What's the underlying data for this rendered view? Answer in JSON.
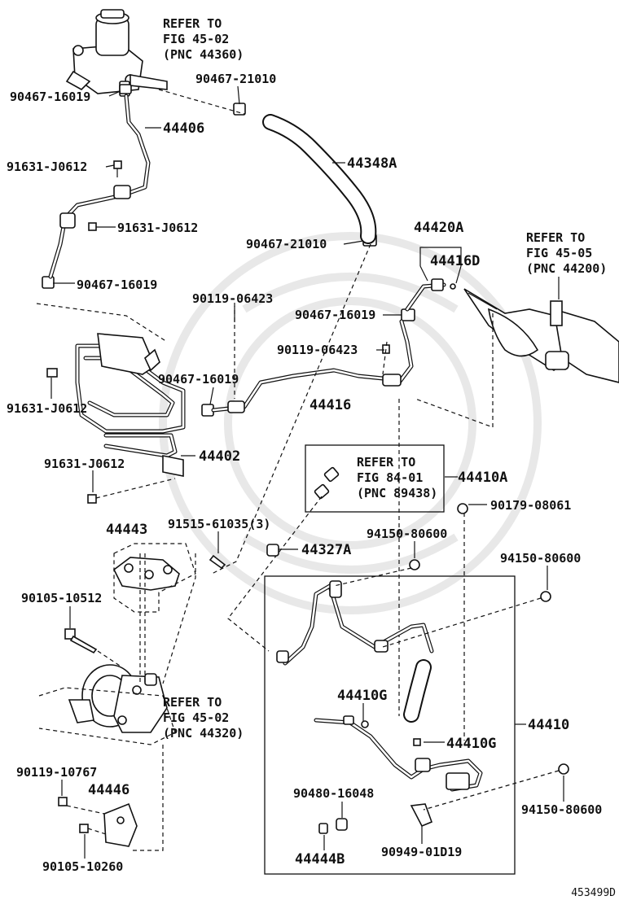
{
  "diagram": {
    "figure_number": "453499D",
    "labels": {
      "refer_fig_45_02_top": [
        "REFER TO",
        "FIG 45-02",
        "(PNC 44360)"
      ],
      "refer_fig_45_05": [
        "REFER TO",
        "FIG 45-05",
        "(PNC 44200)"
      ],
      "refer_fig_84_01": [
        "REFER TO",
        "FIG 84-01",
        "(PNC 89438)"
      ],
      "refer_fig_45_02_bottom": [
        "REFER TO",
        "FIG 45-02",
        "(PNC 44320)"
      ],
      "p90467_16019_a": "90467-16019",
      "p90467_21010_a": "90467-21010",
      "p44406": "44406",
      "p44348a": "44348A",
      "p91631_j0612_a": "91631-J0612",
      "p91631_j0612_b": "91631-J0612",
      "p90467_21010_b": "90467-21010",
      "p44420a": "44420A",
      "p44416d": "44416D",
      "p90467_16019_b": "90467-16019",
      "p90119_06423_a": "90119-06423",
      "p90467_16019_c": "90467-16019",
      "p90119_06423_b": "90119-06423",
      "p90467_16019_d": "90467-16019",
      "p91631_j0612_c": "91631-J0612",
      "p44416": "44416",
      "p44402": "44402",
      "p91631_j0612_d": "91631-J0612",
      "p44410a": "44410A",
      "p90179_08061": "90179-08061",
      "p44443": "44443",
      "p91515_61035": "91515-61035(3)",
      "p44327a": "44327A",
      "p94150_80600_a": "94150-80600",
      "p94150_80600_b": "94150-80600",
      "p90105_10512": "90105-10512",
      "p44410g_a": "44410G",
      "p44410": "44410",
      "p44410g_b": "44410G",
      "p90119_10767": "90119-10767",
      "p44446": "44446",
      "p90480_16048": "90480-16048",
      "p94150_80600_c": "94150-80600",
      "p90105_10260": "90105-10260",
      "p44444b": "44444B",
      "p90949_01d19": "90949-01D19"
    }
  }
}
